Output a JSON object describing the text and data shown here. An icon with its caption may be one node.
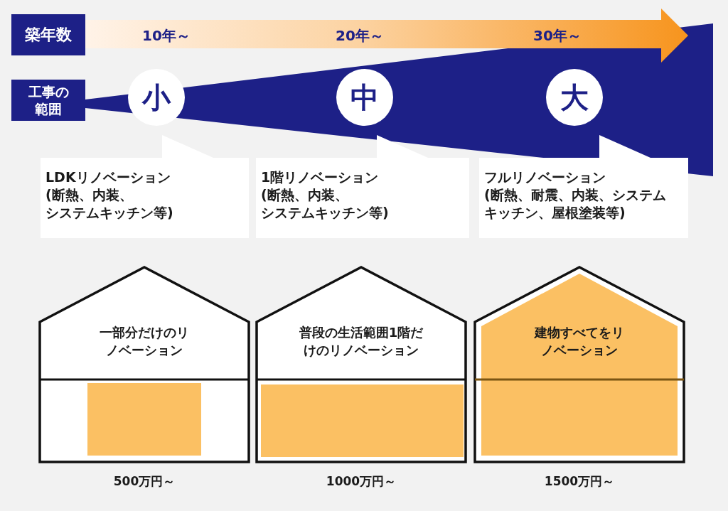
{
  "diagram": {
    "nodes": [
      {
        "text": [
          "築年数"
        ]
      },
      {
        "text": [
          "10年～",
          "20年～",
          "30年～"
        ]
      },
      {
        "text": [
          "工事の範囲"
        ]
      },
      {
        "text": [
          "小"
        ]
      },
      {
        "text": [
          "中"
        ]
      },
      {
        "text": [
          "大"
        ]
      },
      {
        "text": [
          "LDKリノベーション",
          "(断熱、内装、システムキッチン等)"
        ]
      },
      {
        "text": [
          "1階リノベーション",
          "(断熱、内装、システムキッチン等)"
        ]
      },
      {
        "text": [
          "フルリノベーション",
          "(断熱、耐震、内装、システムキッチン、屋根塗装等)"
        ]
      },
      {
        "text": [
          "一部分だけのリノベーション"
        ],
        "beside": [
          "500万円～"
        ]
      },
      {
        "text": [
          "普段の生活範囲1階だけのリノベーション"
        ],
        "beside": [
          "1000万円～"
        ]
      },
      {
        "text": [
          "建物すべてをリノベーション"
        ],
        "beside": [
          "1500万円～"
        ]
      }
    ]
  }
}
